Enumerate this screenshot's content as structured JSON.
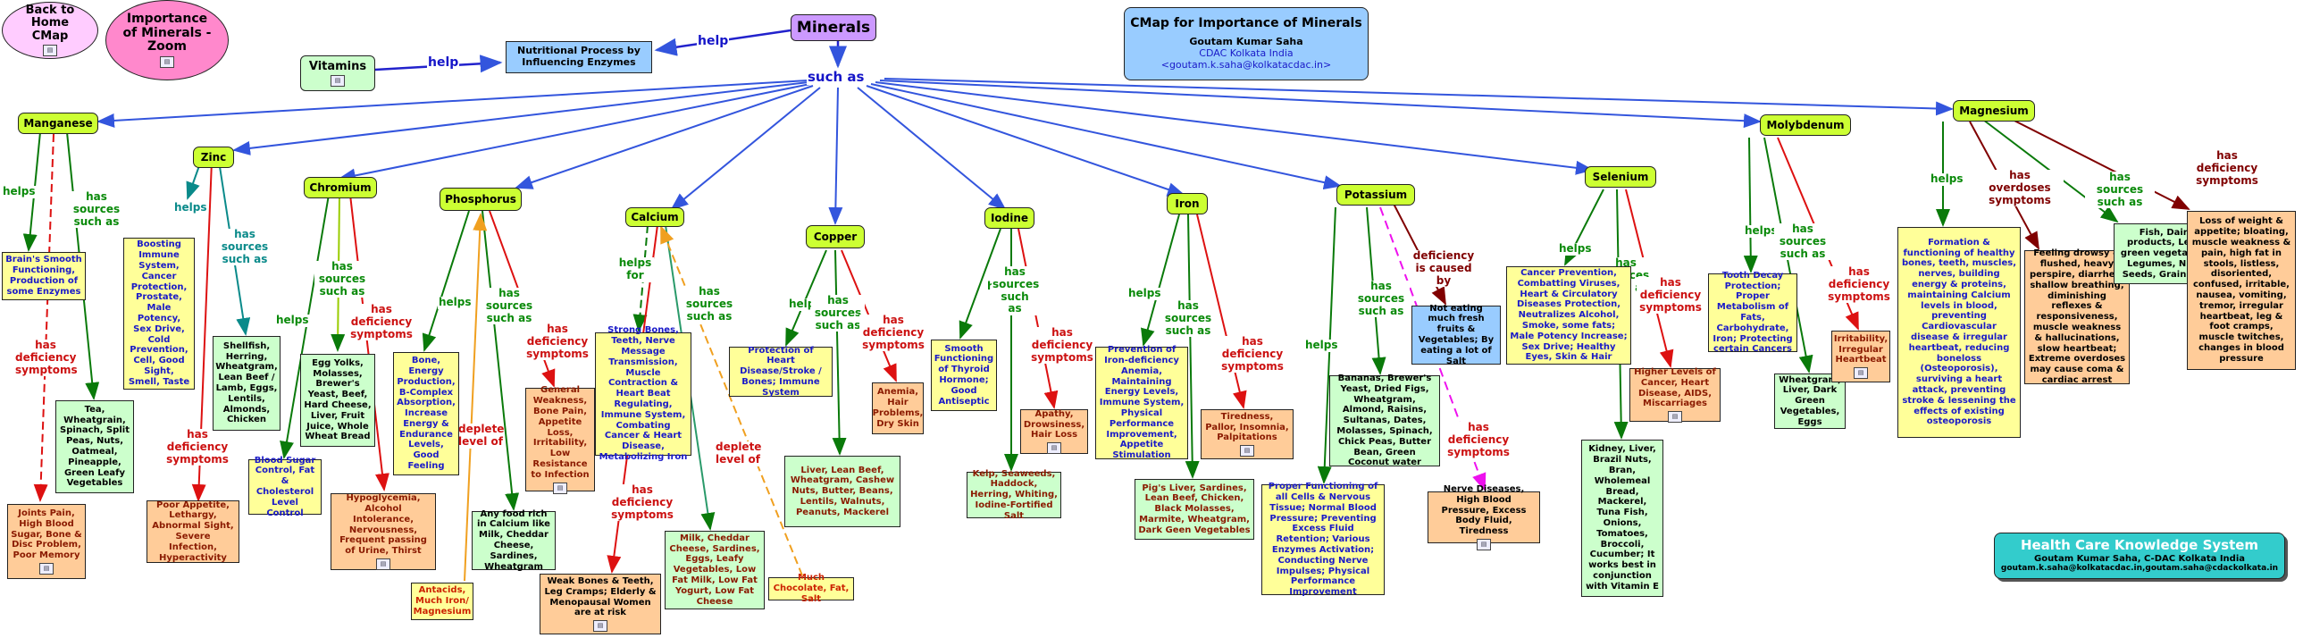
{
  "nav": {
    "back_label": "Back to Home CMap",
    "zoom_label": "Importance of Minerals - Zoom"
  },
  "title_box": {
    "title": "CMap for Importance of Minerals",
    "author": "Goutam Kumar Saha",
    "org": "CDAC Kolkata India",
    "email": "<goutam.k.saha@kolkatacdac.in>"
  },
  "footer": {
    "title": "Health Care Knowledge System",
    "line1": "Goutam Kumar Saha, C-DAC Kolkata India",
    "line2": "goutam.k.saha@kolkatacdac.in,goutam.saha@cdackolkata.in"
  },
  "top": {
    "minerals": "Minerals",
    "help1": "help",
    "help2": "help",
    "nutritional": "Nutritional Process by Influencing Enzymes",
    "vitamins": "Vitamins",
    "such_as": "such as"
  },
  "concepts": {
    "manganese": "Manganese",
    "zinc": "Zinc",
    "chromium": "Chromium",
    "phosphorus": "Phosphorus",
    "calcium": "Calcium",
    "copper": "Copper",
    "iodine": "Iodine",
    "iron": "Iron",
    "potassium": "Potassium",
    "selenium": "Selenium",
    "molybdenum": "Molybdenum",
    "magnesium": "Magnesium"
  },
  "links": {
    "helps": "helps",
    "has_sources": "has sources such as",
    "has_deficiency": "has deficiency symptoms",
    "deplete": "deplete level of",
    "helps_for": "helps for",
    "deficiency_caused": "deficiency is caused by",
    "has_overdoses": "has overdoses symptoms"
  },
  "boxes": {
    "mn_help": "Brain's Smooth Functioning, Production of some Enzymes",
    "mn_src": "Tea, Wheatgrain, Spinach, Split Peas, Nuts, Oatmeal, Pineapple, Green Leafy Vegetables",
    "mn_def": "Joints Pain, High Blood Sugar, Bone & Disc Problem, Poor Memory",
    "zn_help": "Boosting Immune System, Cancer Protection, Prostate, Male Potency, Sex Drive, Cold Prevention, Cell, Good Sight, Smell, Taste",
    "zn_src": "Shellfish, Herring, Wheatgram, Lean Beef / Lamb, Eggs, Lentils, Almonds, Chicken",
    "zn_def": "Poor Appetite, Lethargy, Abnormal Sight, Severe Infection, Hyperactivity",
    "cr_help": "Blood Sugar Control, Fat & Cholesterol Level Control",
    "cr_src": "Egg Yolks, Molasses, Brewer's Yeast, Beef, Hard Cheese, Liver, Fruit Juice, Whole Wheat Bread",
    "cr_def": "Hypoglycemia, Alcohol Intolerance, Nervousness, Frequent passing of Urine, Thirst",
    "ph_help": "Bone, Energy Production, B-Complex Absorption, Increase Energy & Endurance Levels, Good Feeling",
    "ph_def": "General Weakness, Bone Pain, Appetite Loss, Irritability, Low Resistance to Infection",
    "ph_src": "Any food rich in Calcium like Milk, Cheddar Cheese, Sardines, Wheatgram",
    "ph_dep": "Antacids, Much Iron/ Magnesium",
    "ca_help": "Strong Bones, Teeth, Nerve Message Transmission, Muscle Contraction & Heart Beat Regulating, Immune System, Combating Cancer & Heart Disease, Metabolizing Iron",
    "ca_def": "Weak Bones & Teeth, Leg Cramps; Elderly & Menopausal Women are at risk",
    "ca_src": "Milk, Cheddar Cheese, Sardines, Eggs, Leafy Vegetables, Low Fat Milk, Low Fat Yogurt, Low Fat Cheese",
    "ca_dep": "Much Chocolate, Fat, Salt",
    "cu_help": "Protection of Heart Disease/Stroke / Bones; Immune System",
    "cu_def": "Anemia, Hair Problems, Dry Skin",
    "cu_src": "Liver, Lean Beef, Wheatgram, Cashew Nuts, Butter, Beans, Lentils, Walnuts, Peanuts, Mackerel",
    "io_help": "Smooth Functioning of Thyroid Hormone; Good Antiseptic",
    "io_def": "Apathy, Drowsiness, Hair Loss",
    "io_src": "Kelp, Seaweeds, Haddock, Herring, Whiting, Iodine-Fortified Salt",
    "fe_help": "Prevention of Iron-deficiency Anemia, Maintaining Energy Levels, Immune System, Physical Performance Improvement, Appetite Stimulation",
    "fe_def": "Tiredness, Pallor, Insomnia, Palpitations",
    "fe_src": "Pig's Liver, Sardines, Lean Beef, Chicken, Black Molasses, Marmite, Wheatgram, Dark Geen Vegetables",
    "k_help": "Proper Functioning of all Cells & Nervous Tissue; Normal Blood Pressure; Preventing Excess Fluid Retention; Various Enzymes Activation; Conducting Nerve Impulses; Physical Performance Improvement",
    "k_src": "Bananas, Brewer's Yeast, Dried Figs, Wheatgram, Almond, Raisins, Sultanas, Dates, Molasses, Spinach, Chick Peas, Butter Bean, Green Coconut water",
    "k_cause": "Not eating much fresh fruits & Vegetables; By eating a lot of Salt",
    "k_def": "Nerve Diseases, High Blood Pressure, Excess Body Fluid, Tiredness",
    "se_help": "Cancer Prevention, Combatting Viruses, Heart & Circulatory Diseases Protection, Neutralizes Alcohol, Smoke, some fats; Male Potency Increase; Sex Drive; Healthy Eyes, Skin & Hair",
    "se_def": "Higher Levels of Cancer, Heart Disease, AIDS, Miscarriages",
    "se_src": "Kidney, Liver, Brazil Nuts, Bran, Wholemeal Bread, Mackerel, Tuna Fish, Onions, Tomatoes, Broccoli, Cucumber; It works best in conjunction with Vitamin E",
    "mo_help": "Tooth Decay Protection; Proper Metabolism of Fats, Carbohydrate, Iron; Protecting certain Cancers",
    "mo_src": "Wheatgram, Liver, Dark Green Vegetables, Eggs",
    "mo_def": "Irritability, Irregular Heartbeat",
    "mg_help": "Formation & functioning of healthy bones, teeth, muscles, nerves, building energy & proteins, maintaining Calcium levels in blood, preventing Cardiovascular disease & irregular heartbeat, reducing boneloss (Osteoporosis), surviving a heart attack, preventing stroke & lessening the effects of existing osteoporosis",
    "mg_over": "Feeling drowsy & flushed, heavy perspire, diarrhea, shallow breathing, diminishing reflexes & responsiveness, muscle weakness & hallucinations, slow heartbeat; Extreme overdoses may cause coma & cardiac arrest",
    "mg_src": "Fish, Dairy products, Leafy green vegetables, Legumes, Nuts, Seeds, Grains etc",
    "mg_def": "Loss of weight & appetite; bloating, muscle weakness & pain, high fat in stools, listless, disoriented, confused, irritable, nausea, vomiting, tremor, irregular heartbeat, leg & foot cramps, muscle twitches, changes in blood pressure"
  },
  "colors": {
    "concept": "#ccff33",
    "minerals": "#cc99ff",
    "help_box": "#ffff99",
    "def_box": "#ffcc99",
    "src_box": "#ccffcc",
    "title_box": "#99ccff",
    "footer": "#33cccc"
  },
  "icon_name": "cmap-resource-icon"
}
